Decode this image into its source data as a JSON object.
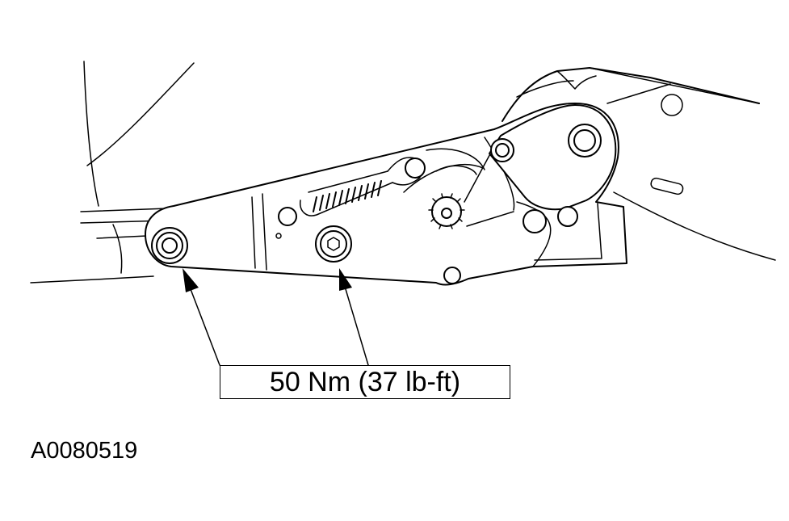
{
  "torque_callout": {
    "label": "50 Nm (37 lb-ft)"
  },
  "figure_id": "A0080519",
  "components": [
    {
      "name": "bolt",
      "count": 2
    },
    {
      "name": "recliner spring",
      "count": 1
    },
    {
      "name": "gear",
      "count": 1
    }
  ]
}
